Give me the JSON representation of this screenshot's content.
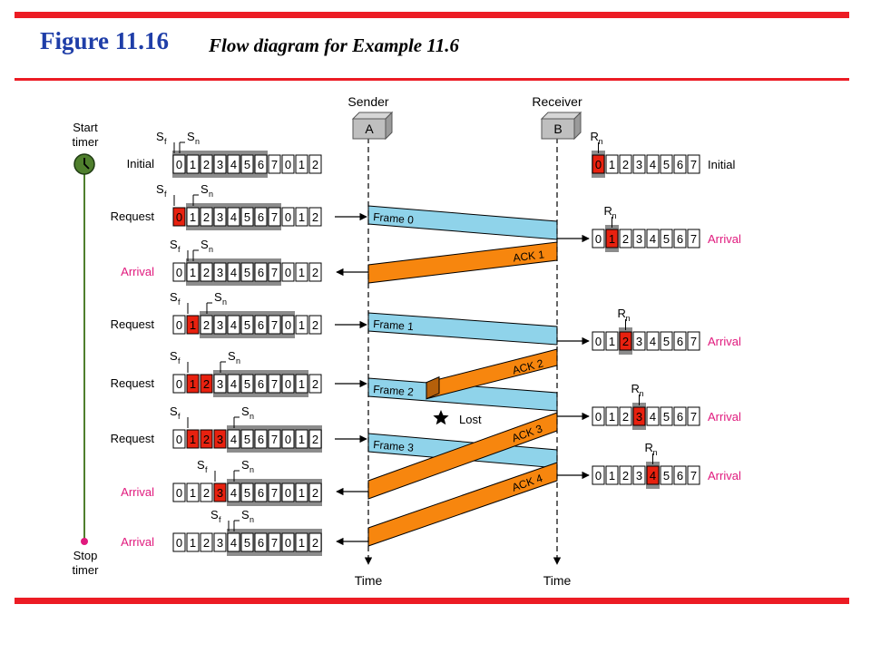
{
  "header": {
    "figure_number": "Figure 11.16",
    "caption": "Flow diagram for Example 11.6"
  },
  "stations": {
    "sender_label": "Sender",
    "sender_box": "A",
    "receiver_label": "Receiver",
    "receiver_box": "B",
    "time_label": "Time"
  },
  "timer": {
    "start_line1": "Start",
    "start_line2": "timer",
    "stop_line1": "Stop",
    "stop_line2": "timer"
  },
  "window_labels": {
    "sf_main": "S",
    "sf_sub": "f",
    "sn_main": "S",
    "sn_sub": "n",
    "rn_main": "R",
    "rn_sub": "n"
  },
  "sender_sequence": [
    "0",
    "1",
    "2",
    "3",
    "4",
    "5",
    "6",
    "7",
    "0",
    "1",
    "2"
  ],
  "receiver_sequence": [
    "0",
    "1",
    "2",
    "3",
    "4",
    "5",
    "6",
    "7"
  ],
  "sender_rows": [
    {
      "label": "Initial",
      "sf": 0,
      "sn": 0,
      "red": []
    },
    {
      "label": "Request",
      "sf": 0,
      "sn": 1,
      "red": [
        0
      ]
    },
    {
      "label": "Arrival",
      "sf": 1,
      "sn": 1,
      "red": []
    },
    {
      "label": "Request",
      "sf": 1,
      "sn": 2,
      "red": [
        1
      ]
    },
    {
      "label": "Request",
      "sf": 1,
      "sn": 3,
      "red": [
        1,
        2
      ]
    },
    {
      "label": "Request",
      "sf": 1,
      "sn": 4,
      "red": [
        1,
        2,
        3
      ]
    },
    {
      "label": "Arrival",
      "sf": 3,
      "sn": 4,
      "red": [
        3
      ]
    },
    {
      "label": "Arrival",
      "sf": 4,
      "sn": 4,
      "red": []
    }
  ],
  "receiver_rows": [
    {
      "label": "Initial",
      "rn": 0
    },
    {
      "label": "Arrival",
      "rn": 1
    },
    {
      "label": "Arrival",
      "rn": 2
    },
    {
      "label": "Arrival",
      "rn": 3
    },
    {
      "label": "Arrival",
      "rn": 4
    }
  ],
  "frames": [
    {
      "label": "Frame 0"
    },
    {
      "label": "Frame 1"
    },
    {
      "label": "Frame 2"
    },
    {
      "label": "Frame 3"
    }
  ],
  "acks": [
    {
      "label": "ACK 1"
    },
    {
      "label": "ACK 2"
    },
    {
      "label": "ACK 3"
    },
    {
      "label": "ACK 4"
    }
  ],
  "lost_label": "Lost",
  "colors": {
    "accent_bar": "#ec1c24",
    "title": "#1f3ea8",
    "frame_fill": "#8fd3ea",
    "ack_fill": "#f7860e",
    "slot_red": "#e8210f",
    "window_gray": "#8c8c8c",
    "arrival_text": "#e0197d",
    "timer_green": "#4f7f2d",
    "timer_end": "#e0197d"
  }
}
